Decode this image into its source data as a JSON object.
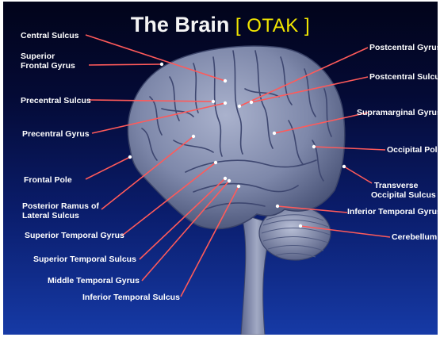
{
  "title": {
    "main": "The Brain",
    "sub": "[ OTAK ]"
  },
  "labels_left": [
    {
      "id": "central_sulcus",
      "text": "Central Sulcus"
    },
    {
      "id": "superior_frontal_gyrus_1",
      "text": "Superior"
    },
    {
      "id": "superior_frontal_gyrus_2",
      "text": "Frontal Gyrus"
    },
    {
      "id": "precentral_sulcus",
      "text": "Precentral Sulcus"
    },
    {
      "id": "precentral_gyrus",
      "text": "Precentral Gyrus"
    },
    {
      "id": "frontal_pole",
      "text": "Frontal Pole"
    },
    {
      "id": "posterior_ramus_1",
      "text": "Posterior Ramus of"
    },
    {
      "id": "posterior_ramus_2",
      "text": "Lateral Sulcus"
    },
    {
      "id": "superior_temporal_gyrus",
      "text": "Superior Temporal Gyrus"
    },
    {
      "id": "superior_temporal_sulcus",
      "text": "Superior Temporal Sulcus"
    },
    {
      "id": "middle_temporal_gyrus",
      "text": "Middle Temporal Gyrus"
    },
    {
      "id": "inferior_temporal_sulcus",
      "text": "Inferior Temporal Sulcus"
    }
  ],
  "labels_right": [
    {
      "id": "postcentral_gyrus",
      "text": "Postcentral Gyrus"
    },
    {
      "id": "postcentral_sulcus",
      "text": "Postcentral Sulcus"
    },
    {
      "id": "supramarginal_gyrus",
      "text": "Supramarginal Gyrus"
    },
    {
      "id": "occipital_pole",
      "text": "Occipital Pole"
    },
    {
      "id": "transverse_occipital_1",
      "text": "Transverse"
    },
    {
      "id": "transverse_occipital_2",
      "text": "Occipital Sulcus"
    },
    {
      "id": "inferior_temporal_gyrus",
      "text": "Inferior Temporal Gyrus"
    },
    {
      "id": "cerebellum",
      "text": "Cerebellum"
    }
  ],
  "colors": {
    "background_top": "#02041a",
    "background_bottom": "#163aa6",
    "brain": "#8a93b3",
    "leader_line": "#ff5a5a",
    "title_accent": "#f2e600"
  }
}
